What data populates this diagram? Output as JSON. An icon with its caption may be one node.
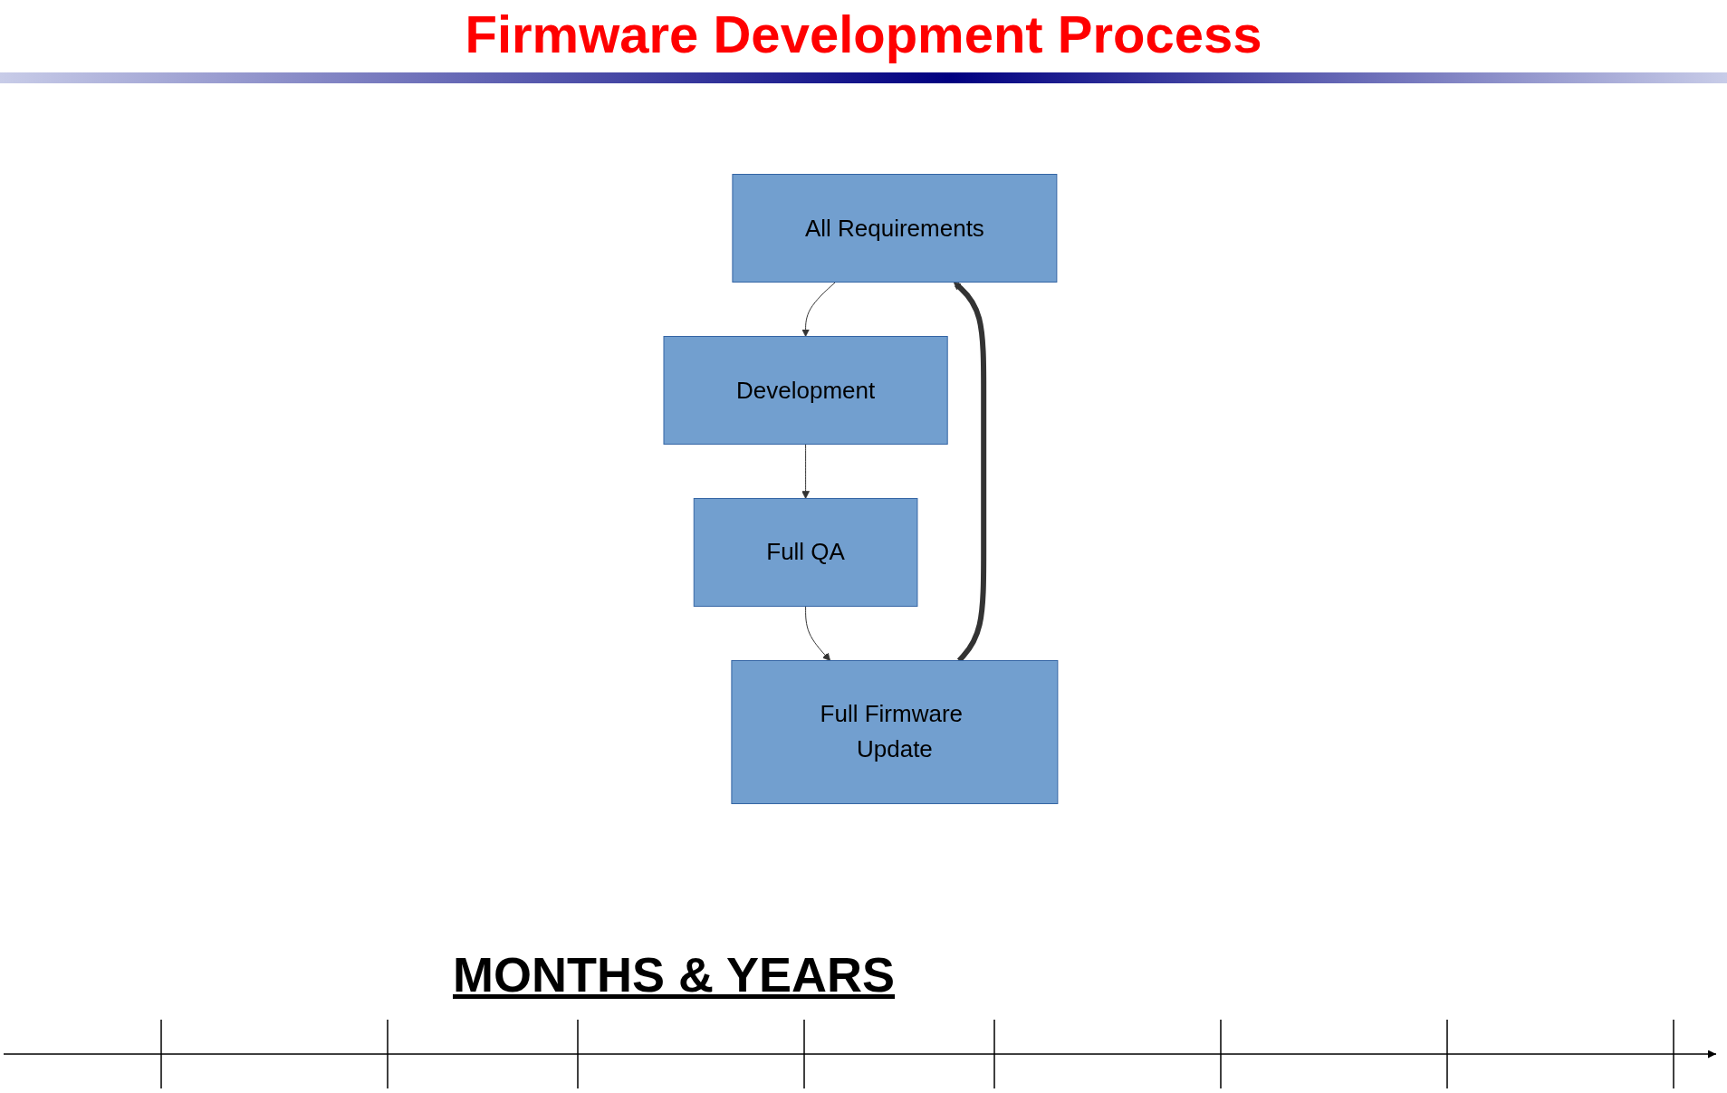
{
  "diagram": {
    "title": "Firmware Development Process",
    "nodes": [
      {
        "text": [
          "All Requirements"
        ]
      },
      {
        "text": [
          "Development"
        ]
      },
      {
        "text": [
          "Full QA"
        ]
      },
      {
        "text": [
          "Full Firmware Update"
        ]
      }
    ],
    "edges": [
      {
        "from": 0,
        "to": 1,
        "arrow": "to"
      },
      {
        "from": 1,
        "to": 2,
        "arrow": "to"
      },
      {
        "from": 2,
        "to": 3,
        "arrow": "to"
      },
      {
        "from": 3,
        "to": 0,
        "arrow": "to",
        "style": "thick"
      }
    ],
    "labels": [
      "MONTHS & YEARS"
    ]
  }
}
